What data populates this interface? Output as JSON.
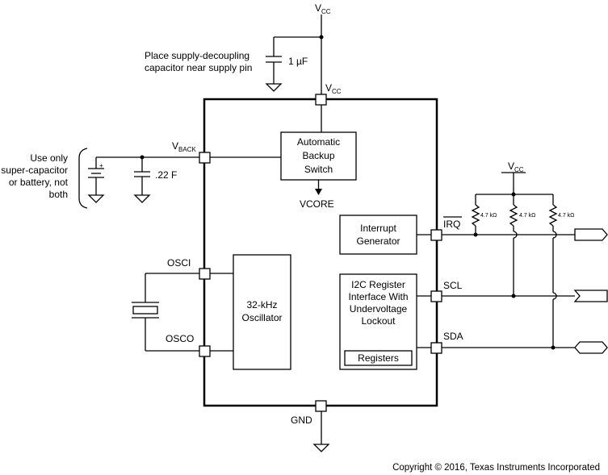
{
  "vcc": {
    "base": "V",
    "sub": "CC"
  },
  "decoupling_note": [
    "Place supply-decoupling",
    "capacitor near supply pin"
  ],
  "decoupling_value": "1 µF",
  "backup_note": [
    "Use only",
    "super-capacitor",
    "or battery, not",
    "both"
  ],
  "battery_plus": "+",
  "cap_value": ".22 F",
  "vback": {
    "base": "V",
    "sub": "BACK"
  },
  "backup_switch": [
    "Automatic",
    "Backup",
    "Switch"
  ],
  "vcore": "VCORE",
  "osci": "OSCI",
  "osco": "OSCO",
  "oscillator": [
    "32-kHz",
    "Oscillator"
  ],
  "interrupt": [
    "Interrupt",
    "Generator"
  ],
  "i2c": [
    "I2C Register",
    "Interface With",
    "Undervoltage",
    "Lockout"
  ],
  "registers": "Registers",
  "irq": "IRQ",
  "scl": "SCL",
  "sda": "SDA",
  "gnd": "GND",
  "resistor_value": "4.7 kΩ",
  "copyright": "Copyright © 2016, Texas Instruments Incorporated"
}
